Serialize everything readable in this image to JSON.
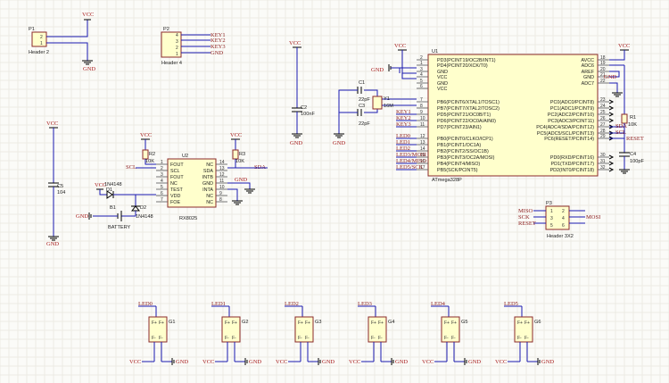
{
  "nets": {
    "vcc": "VCC",
    "gnd": "GND",
    "scl": "SCL",
    "sda": "SDA",
    "reset": "RESET"
  },
  "parts": {
    "p1": {
      "ref": "P1",
      "value": "Header 2",
      "pins": [
        "2",
        "1"
      ]
    },
    "p2": {
      "ref": "P2",
      "value": "Header 4",
      "pins": [
        "4",
        "3",
        "2",
        "1"
      ],
      "nets": [
        "KEY1",
        "KEY2",
        "KEY3",
        "GND"
      ]
    },
    "p3": {
      "ref": "P3",
      "value": "Header 3X2",
      "pins": [
        "1",
        "2",
        "3",
        "4",
        "5",
        "6"
      ],
      "nets": [
        "MISO",
        "SCK",
        "RESET",
        "MOSI"
      ]
    },
    "c1": {
      "ref": "C1",
      "value": "22pF"
    },
    "c2": {
      "ref": "C2",
      "value": "100nF"
    },
    "c3": {
      "ref": "C3",
      "value": "22pF"
    },
    "c4": {
      "ref": "C4",
      "value": "100pF"
    },
    "c5": {
      "ref": "C5",
      "value": "104"
    },
    "r1": {
      "ref": "R1",
      "value": "10K"
    },
    "r2": {
      "ref": "R2",
      "value": "10K"
    },
    "r3": {
      "ref": "R3",
      "value": "10K"
    },
    "y1": {
      "ref": "Y1",
      "value": "16M"
    },
    "d1": {
      "ref": "D1",
      "value": "1N4148"
    },
    "d2": {
      "ref": "D2",
      "value": "1N4148"
    },
    "b1": {
      "ref": "B1",
      "value": "BATTERY"
    },
    "u2": {
      "ref": "U2",
      "value": "RX8025",
      "left_pins": [
        {
          "num": "1",
          "name": "FOUT"
        },
        {
          "num": "2",
          "name": "SCL"
        },
        {
          "num": "3",
          "name": "FOUT"
        },
        {
          "num": "4",
          "name": "NC"
        },
        {
          "num": "5",
          "name": "TEST"
        },
        {
          "num": "6",
          "name": "VDD"
        },
        {
          "num": "7",
          "name": "FOE"
        }
      ],
      "right_pins": [
        {
          "num": "14",
          "name": "NC"
        },
        {
          "num": "13",
          "name": "SDA"
        },
        {
          "num": "12",
          "name": "INTB"
        },
        {
          "num": "11",
          "name": "GND"
        },
        {
          "num": "10",
          "name": "INTA"
        },
        {
          "num": "9",
          "name": "NC"
        },
        {
          "num": "8",
          "name": "NC"
        }
      ]
    },
    "u1": {
      "ref": "U1",
      "value": "ATmega328P",
      "left_pins": [
        {
          "num": "2",
          "name": "PD3(PCINT19/OC2B/INT1)"
        },
        {
          "num": "1",
          "name": "PD4(PCINT20/XCK/T0)"
        },
        {
          "num": "3",
          "name": "GND"
        },
        {
          "num": "4",
          "name": "VCC"
        },
        {
          "num": "5",
          "name": "GND"
        },
        {
          "num": "6",
          "name": "VCC"
        },
        {
          "num": "7",
          "name": "PB6(PCINT6/XTAL1/TOSC1)"
        },
        {
          "num": "8",
          "name": "PB7(PCINT7/XTAL2/TOSC2)"
        },
        {
          "num": "9",
          "name": "PD5(PCINT21/OC0B/T1)"
        },
        {
          "num": "10",
          "name": "PD6(PCINT22/OC0A/AIN0)"
        },
        {
          "num": "11",
          "name": "PD7(PCINT23/AIN1)"
        },
        {
          "num": "12",
          "name": "PB0(PCINT0/CLKO/ICP1)"
        },
        {
          "num": "13",
          "name": "PB1(PCINT1/OC1A)"
        },
        {
          "num": "14",
          "name": "PB2(PCINT2/SS/OC1B)"
        },
        {
          "num": "15",
          "name": "PB3(PCINT3/OC2A/MOSI)"
        },
        {
          "num": "16",
          "name": "PB4(PCINT4/MISO)"
        },
        {
          "num": "17",
          "name": "PB5(SCK/PCINT5)"
        }
      ],
      "right_pins": [
        {
          "num": "18",
          "name": "AVCC"
        },
        {
          "num": "19",
          "name": "ADC6"
        },
        {
          "num": "20",
          "name": "AREF"
        },
        {
          "num": "21",
          "name": "GND"
        },
        {
          "num": "22",
          "name": "ADC7"
        },
        {
          "num": "23",
          "name": "PC0(ADC0/PCINT8)"
        },
        {
          "num": "24",
          "name": "PC1(ADC1/PCINT9)"
        },
        {
          "num": "25",
          "name": "PC2(ADC2/PCINT10)"
        },
        {
          "num": "26",
          "name": "PC3(ADC3/PCINT11)"
        },
        {
          "num": "27",
          "name": "PC4(ADC4/SDA/PCINT12)"
        },
        {
          "num": "28",
          "name": "PC5(ADC5/SCL/PCINT13)"
        },
        {
          "num": "29",
          "name": "PC6(RESET/PCINT14)"
        },
        {
          "num": "30",
          "name": "PD0(RXD/PCINT16)"
        },
        {
          "num": "31",
          "name": "PD1(TXD/PCINT17)"
        },
        {
          "num": "32",
          "name": "PD2(INT0/PCINT18)"
        }
      ],
      "left_nets": [
        "KEY1",
        "KEY2",
        "KEY3",
        "LED0",
        "LED1",
        "LED2",
        "LED3/MOSI",
        "LED4/MISO",
        "LED5/SCK"
      ],
      "right_nets": [
        "SDA",
        "SCL",
        "RESET"
      ]
    },
    "leds": [
      {
        "ref": "G1",
        "net": "LED0"
      },
      {
        "ref": "G2",
        "net": "LED1"
      },
      {
        "ref": "G3",
        "net": "LED2"
      },
      {
        "ref": "G4",
        "net": "LED3"
      },
      {
        "ref": "G5",
        "net": "LED4"
      },
      {
        "ref": "G6",
        "net": "LED5"
      }
    ],
    "led_pin_labels": [
      "F+",
      "F+",
      "F-",
      "F-"
    ]
  }
}
